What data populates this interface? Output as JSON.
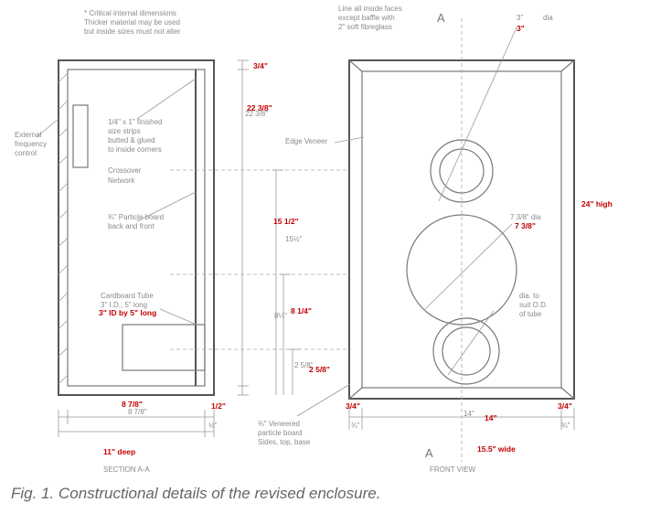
{
  "notes": {
    "top_left_line1": "* Critical internal dimensions",
    "top_left_line2": "Thicker material may be used",
    "top_left_line3": "but inside sizes must not alter",
    "top_right_line1": "Line all inside faces",
    "top_right_line2": "except baffle with",
    "top_right_line3": "2\" soft fibreglass",
    "external_freq_1": "External",
    "external_freq_2": "frequency",
    "external_freq_3": "control",
    "butted_1": "1/4\" x 1\" finished",
    "butted_2": "size strips",
    "butted_3": "butted & glued",
    "butted_4": "to inside corners",
    "crossover_1": "Crossover",
    "crossover_2": "Network",
    "particle_1": "¾\" Particle board",
    "particle_2": "back and front",
    "cardboard_1": "Cardboard Tube",
    "cardboard_2": "3\" I.D., 5\" long",
    "edge_veneer": "Edge Veneer",
    "veneered_1": "¾\" Veneered",
    "veneered_2": "particle board",
    "veneered_3": "Sides, top, base",
    "dia_top_1": "3\"",
    "dia_top_2": "dia",
    "dia_mid": "7 3/8\" dia",
    "dia_bot_1": "dia. to",
    "dia_bot_2": "suit O.D.",
    "dia_bot_3": "of tube",
    "dim_14": "14\"",
    "dim_8_7_8": "8 7/8\"",
    "dim_15_half": "15½\"",
    "dim_8_quarter": "8¼\"",
    "dim_2_5_8": "2 5/8\"",
    "dim_22_3_8": "22 3/8\"",
    "dim_3_4_a": "¾\"",
    "dim_3_4_b": "¾\"",
    "dim_half": "½\"",
    "section_label": "SECTION A-A",
    "front_label": "FRONT VIEW",
    "section_mark": "A"
  },
  "annotations": {
    "dim_top": "3/4\"",
    "dim_22": "22 3/8\"",
    "dia_3": "3\"",
    "dim_15": "15 1/2\"",
    "dim_8": "8 1/4\"",
    "dim_2": "2 5/8\"",
    "tube": "3\" ID by 5\" long",
    "dia_7": "7 3/8\"",
    "high": "24\" high",
    "dim_887": "8 7/8\"",
    "dim_half": "1/2\"",
    "dim_34_left": "3/4\"",
    "dim_14": "14\"",
    "dim_34_right": "3/4\"",
    "deep": "11\" deep",
    "wide": "15.5\" wide"
  },
  "caption": "Fig. 1. Constructional details of the revised enclosure."
}
